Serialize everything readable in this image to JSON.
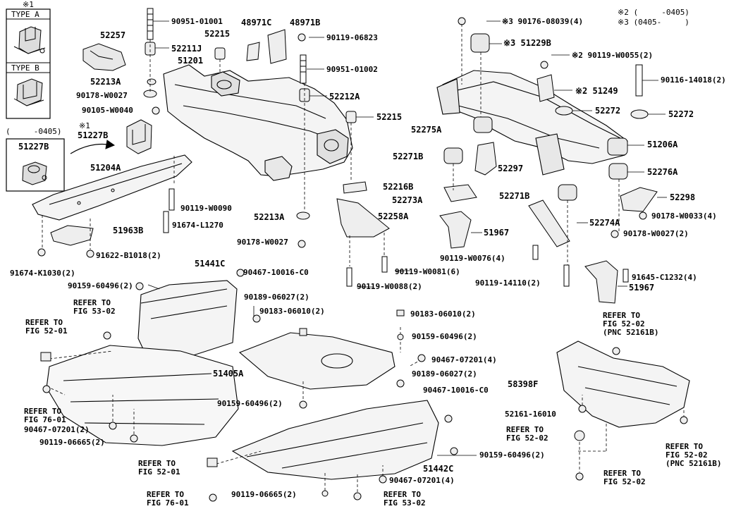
{
  "notes": {
    "n1": "※1",
    "n2": "※2 (     -0405)",
    "n3": "※3 (0405-     )",
    "type_a": "TYPE A",
    "type_b": "TYPE B",
    "range_0405": "(     -0405)",
    "n1b": "※1",
    "pn_51227B_box": "51227B"
  },
  "labels": [
    {
      "id": "l_90951_01001",
      "text": "90951-01001"
    },
    {
      "id": "l_52257",
      "text": "52257"
    },
    {
      "id": "l_52215a",
      "text": "52215"
    },
    {
      "id": "l_48971C",
      "text": "48971C"
    },
    {
      "id": "l_48971B",
      "text": "48971B"
    },
    {
      "id": "l_52211J",
      "text": "52211J"
    },
    {
      "id": "l_90119_06823",
      "text": "90119-06823"
    },
    {
      "id": "l_51201",
      "text": "51201"
    },
    {
      "id": "l_90951_01002",
      "text": "90951-01002"
    },
    {
      "id": "l_52213A_top",
      "text": "52213A"
    },
    {
      "id": "l_90178_W0027a",
      "text": "90178-W0027"
    },
    {
      "id": "l_52212A",
      "text": "52212A"
    },
    {
      "id": "l_90105_W0040",
      "text": "90105-W0040"
    },
    {
      "id": "l_52215b",
      "text": "52215"
    },
    {
      "id": "l_51227B",
      "text": "51227B"
    },
    {
      "id": "l_51204A",
      "text": "51204A"
    },
    {
      "id": "l_90119_W0090",
      "text": "90119-W0090"
    },
    {
      "id": "l_91674_L1270",
      "text": "91674-L1270"
    },
    {
      "id": "l_51963B",
      "text": "51963B"
    },
    {
      "id": "l_91622_B1018",
      "text": "91622-B1018(2)"
    },
    {
      "id": "l_91674_K1030",
      "text": "91674-K1030(2)"
    },
    {
      "id": "l_52213A_bot",
      "text": "52213A"
    },
    {
      "id": "l_90178_W0027b",
      "text": "90178-W0027"
    },
    {
      "id": "l_52216B",
      "text": "52216B"
    },
    {
      "id": "l_52273A",
      "text": "52273A"
    },
    {
      "id": "l_52258A",
      "text": "52258A"
    },
    {
      "id": "l_52275A",
      "text": "52275A"
    },
    {
      "id": "l_52271B_a",
      "text": "52271B"
    },
    {
      "id": "l_52297",
      "text": "52297"
    },
    {
      "id": "l_52271B_b",
      "text": "52271B"
    },
    {
      "id": "l_90176_08039",
      "text": "※3 90176-08039(4)"
    },
    {
      "id": "l_51229B",
      "text": "※3 51229B"
    },
    {
      "id": "l_90119_W0055",
      "text": "※2 90119-W0055(2)"
    },
    {
      "id": "l_90116_14018",
      "text": "90116-14018(2)"
    },
    {
      "id": "l_51249",
      "text": "※2 51249"
    },
    {
      "id": "l_52272a",
      "text": "52272"
    },
    {
      "id": "l_52272b",
      "text": "52272"
    },
    {
      "id": "l_51206A",
      "text": "51206A"
    },
    {
      "id": "l_52276A",
      "text": "52276A"
    },
    {
      "id": "l_52298",
      "text": "52298"
    },
    {
      "id": "l_90178_W0033",
      "text": "90178-W0033(4)"
    },
    {
      "id": "l_52274A",
      "text": "52274A"
    },
    {
      "id": "l_90178_W0027c",
      "text": "90178-W0027(2)"
    },
    {
      "id": "l_51967a",
      "text": "51967"
    },
    {
      "id": "l_90119_W0076",
      "text": "90119-W0076(4)"
    },
    {
      "id": "l_90119_W0081",
      "text": "90119-W0081(6)"
    },
    {
      "id": "l_90119_W0088",
      "text": "90119-W0088(2)"
    },
    {
      "id": "l_90119_14110",
      "text": "90119-14110(2)"
    },
    {
      "id": "l_91645_C1232",
      "text": "91645-C1232(4)"
    },
    {
      "id": "l_51967b",
      "text": "51967"
    },
    {
      "id": "l_51441C",
      "text": "51441C"
    },
    {
      "id": "l_90467_10016a",
      "text": "90467-10016-C0"
    },
    {
      "id": "l_90159_60496a",
      "text": "90159-60496(2)"
    },
    {
      "id": "l_90189_06027a",
      "text": "90189-06027(2)"
    },
    {
      "id": "l_ref5302a",
      "text": "REFER TO\nFIG 53-02"
    },
    {
      "id": "l_90183_06010a",
      "text": "90183-06010(2)"
    },
    {
      "id": "l_90183_06010b",
      "text": "90183-06010(2)"
    },
    {
      "id": "l_ref5201a",
      "text": "REFER TO\nFIG 52-01"
    },
    {
      "id": "l_90159_60496b",
      "text": "90159-60496(2)"
    },
    {
      "id": "l_ref5202a",
      "text": "REFER TO\nFIG 52-02\n(PNC 52161B)"
    },
    {
      "id": "l_90467_07201a",
      "text": "90467-07201(4)"
    },
    {
      "id": "l_51405A",
      "text": "51405A"
    },
    {
      "id": "l_90189_06027b",
      "text": "90189-06027(2)"
    },
    {
      "id": "l_58398F",
      "text": "58398F"
    },
    {
      "id": "l_90467_10016b",
      "text": "90467-10016-C0"
    },
    {
      "id": "l_90159_60496c",
      "text": "90159-60496(2)"
    },
    {
      "id": "l_ref7601a",
      "text": "REFER TO\nFIG 76-01"
    },
    {
      "id": "l_90467_07201b",
      "text": "90467-07201(2)"
    },
    {
      "id": "l_52161_16010",
      "text": "52161-16010"
    },
    {
      "id": "l_90119_06665a",
      "text": "90119-06665(2)"
    },
    {
      "id": "l_ref5202b",
      "text": "REFER TO\nFIG 52-02"
    },
    {
      "id": "l_ref5202c",
      "text": "REFER TO\nFIG 52-02\n(PNC 52161B)"
    },
    {
      "id": "l_90159_60496d",
      "text": "90159-60496(2)"
    },
    {
      "id": "l_51442C",
      "text": "51442C"
    },
    {
      "id": "l_ref5201b",
      "text": "REFER TO\nFIG 52-01"
    },
    {
      "id": "l_90467_07201c",
      "text": "90467-07201(4)"
    },
    {
      "id": "l_ref5202d",
      "text": "REFER TO\nFIG 52-02"
    },
    {
      "id": "l_ref7601b",
      "text": "REFER TO\nFIG 76-01"
    },
    {
      "id": "l_90119_06665b",
      "text": "90119-06665(2)"
    },
    {
      "id": "l_ref5302b",
      "text": "REFER TO\nFIG 53-02"
    }
  ]
}
